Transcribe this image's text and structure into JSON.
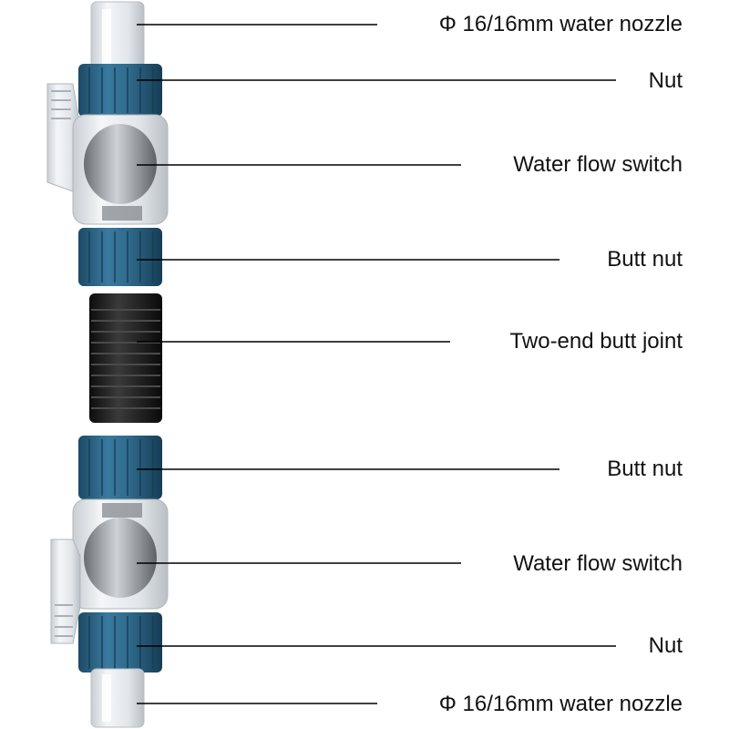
{
  "labels": [
    {
      "text": "Φ 16/16mm water nozzle"
    },
    {
      "text": "Nut"
    },
    {
      "text": "Water flow switch"
    },
    {
      "text": "Butt nut"
    },
    {
      "text": "Two-end butt joint"
    },
    {
      "text": "Butt nut"
    },
    {
      "text": "Water flow switch"
    },
    {
      "text": "Nut"
    },
    {
      "text": "Φ 16/16mm water nozzle"
    }
  ],
  "colors": {
    "nut_blue": "#2f6a8c",
    "nut_blue_dark": "#1d4a66",
    "clear_plastic": "#dfe4e8",
    "joint_black": "#1a1a1a",
    "leader_line": "#000000"
  }
}
